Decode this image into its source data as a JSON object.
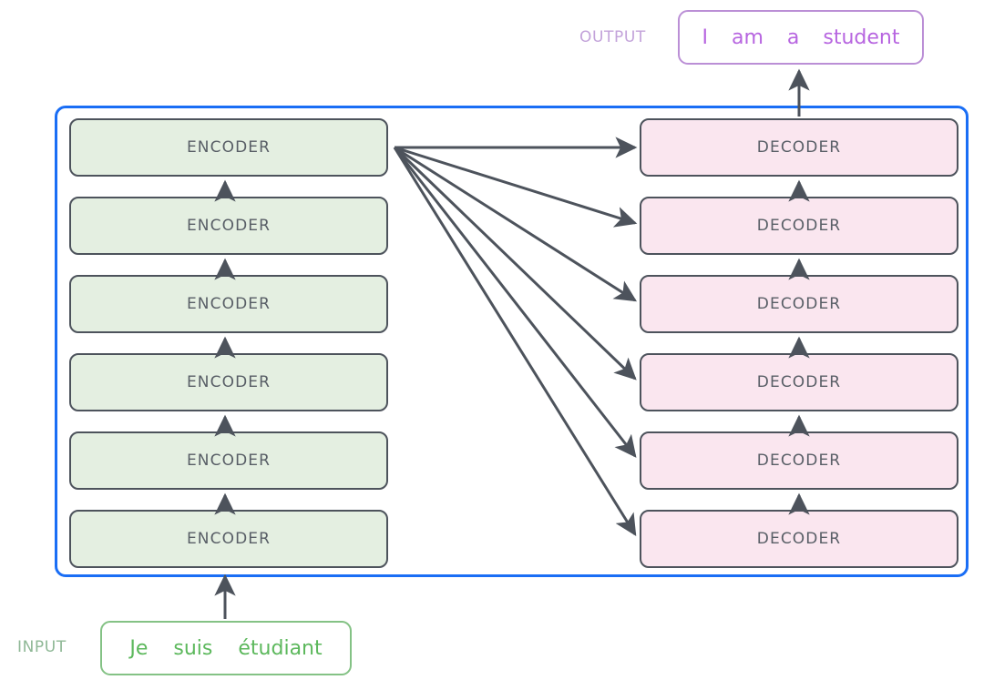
{
  "diagram": {
    "title": "Transformer encoder-decoder stack",
    "colors": {
      "container_border": "#1a6ef5",
      "encoder_fill": "#e4efe1",
      "decoder_fill": "#fae6ef",
      "block_border": "#4d535c",
      "block_text": "#585e66",
      "arrow": "#4d535c",
      "input_accent": "#5cb85c",
      "input_label": "#8fb896",
      "output_accent": "#b765e0",
      "output_label": "#c3a3da"
    }
  },
  "input": {
    "label": "INPUT",
    "tokens": [
      "Je",
      "suis",
      "étudiant"
    ]
  },
  "output": {
    "label": "OUTPUT",
    "tokens": [
      "I",
      "am",
      "a",
      "student"
    ]
  },
  "encoder_stack": {
    "name": "encoders",
    "blocks": [
      {
        "label": "ENCODER"
      },
      {
        "label": "ENCODER"
      },
      {
        "label": "ENCODER"
      },
      {
        "label": "ENCODER"
      },
      {
        "label": "ENCODER"
      },
      {
        "label": "ENCODER"
      }
    ]
  },
  "decoder_stack": {
    "name": "decoders",
    "blocks": [
      {
        "label": "DECODER"
      },
      {
        "label": "DECODER"
      },
      {
        "label": "DECODER"
      },
      {
        "label": "DECODER"
      },
      {
        "label": "DECODER"
      },
      {
        "label": "DECODER"
      }
    ]
  }
}
